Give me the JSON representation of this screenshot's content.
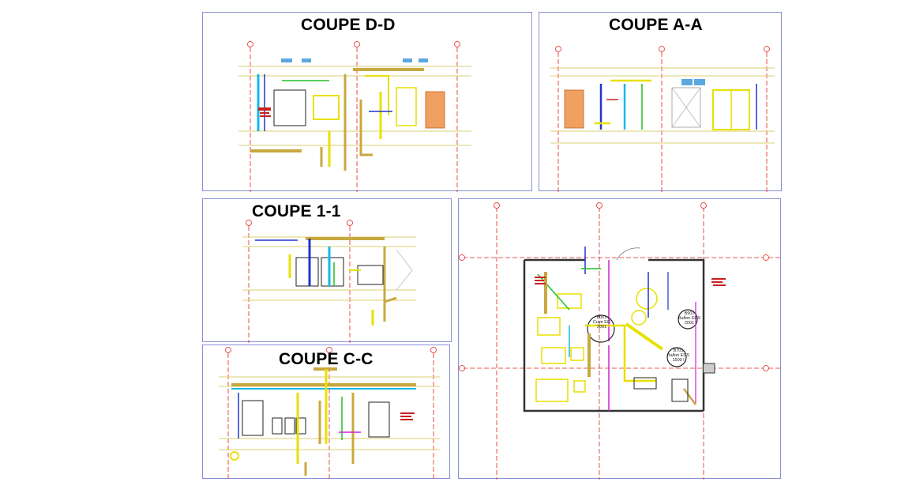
{
  "panels": {
    "dd": {
      "title": "COUPE D-D"
    },
    "aa": {
      "title": "COUPE A-A"
    },
    "s11": {
      "title": "COUPE 1-1"
    },
    "cc": {
      "title": "COUPE C-C"
    },
    "plan": {
      "equipment": [
        {
          "code": "B001",
          "name": "Cuve EG",
          "vol": "3001"
        },
        {
          "code": "B901",
          "name": "Ballon ECS",
          "vol": "2001"
        },
        {
          "code": "B701",
          "name": "Ballon ECS",
          "vol": "1500 l"
        }
      ]
    }
  },
  "colors": {
    "frame": "#8a8fd6",
    "gridline": "#e2231a",
    "pipe_yellow": "#e8e000",
    "pipe_ochre": "#c8a840",
    "pipe_blue": "#2233cc",
    "pipe_cyan": "#19b7e6",
    "pipe_green": "#22c022",
    "pipe_magenta": "#d020d0",
    "tank_orange": "#f0a060"
  }
}
